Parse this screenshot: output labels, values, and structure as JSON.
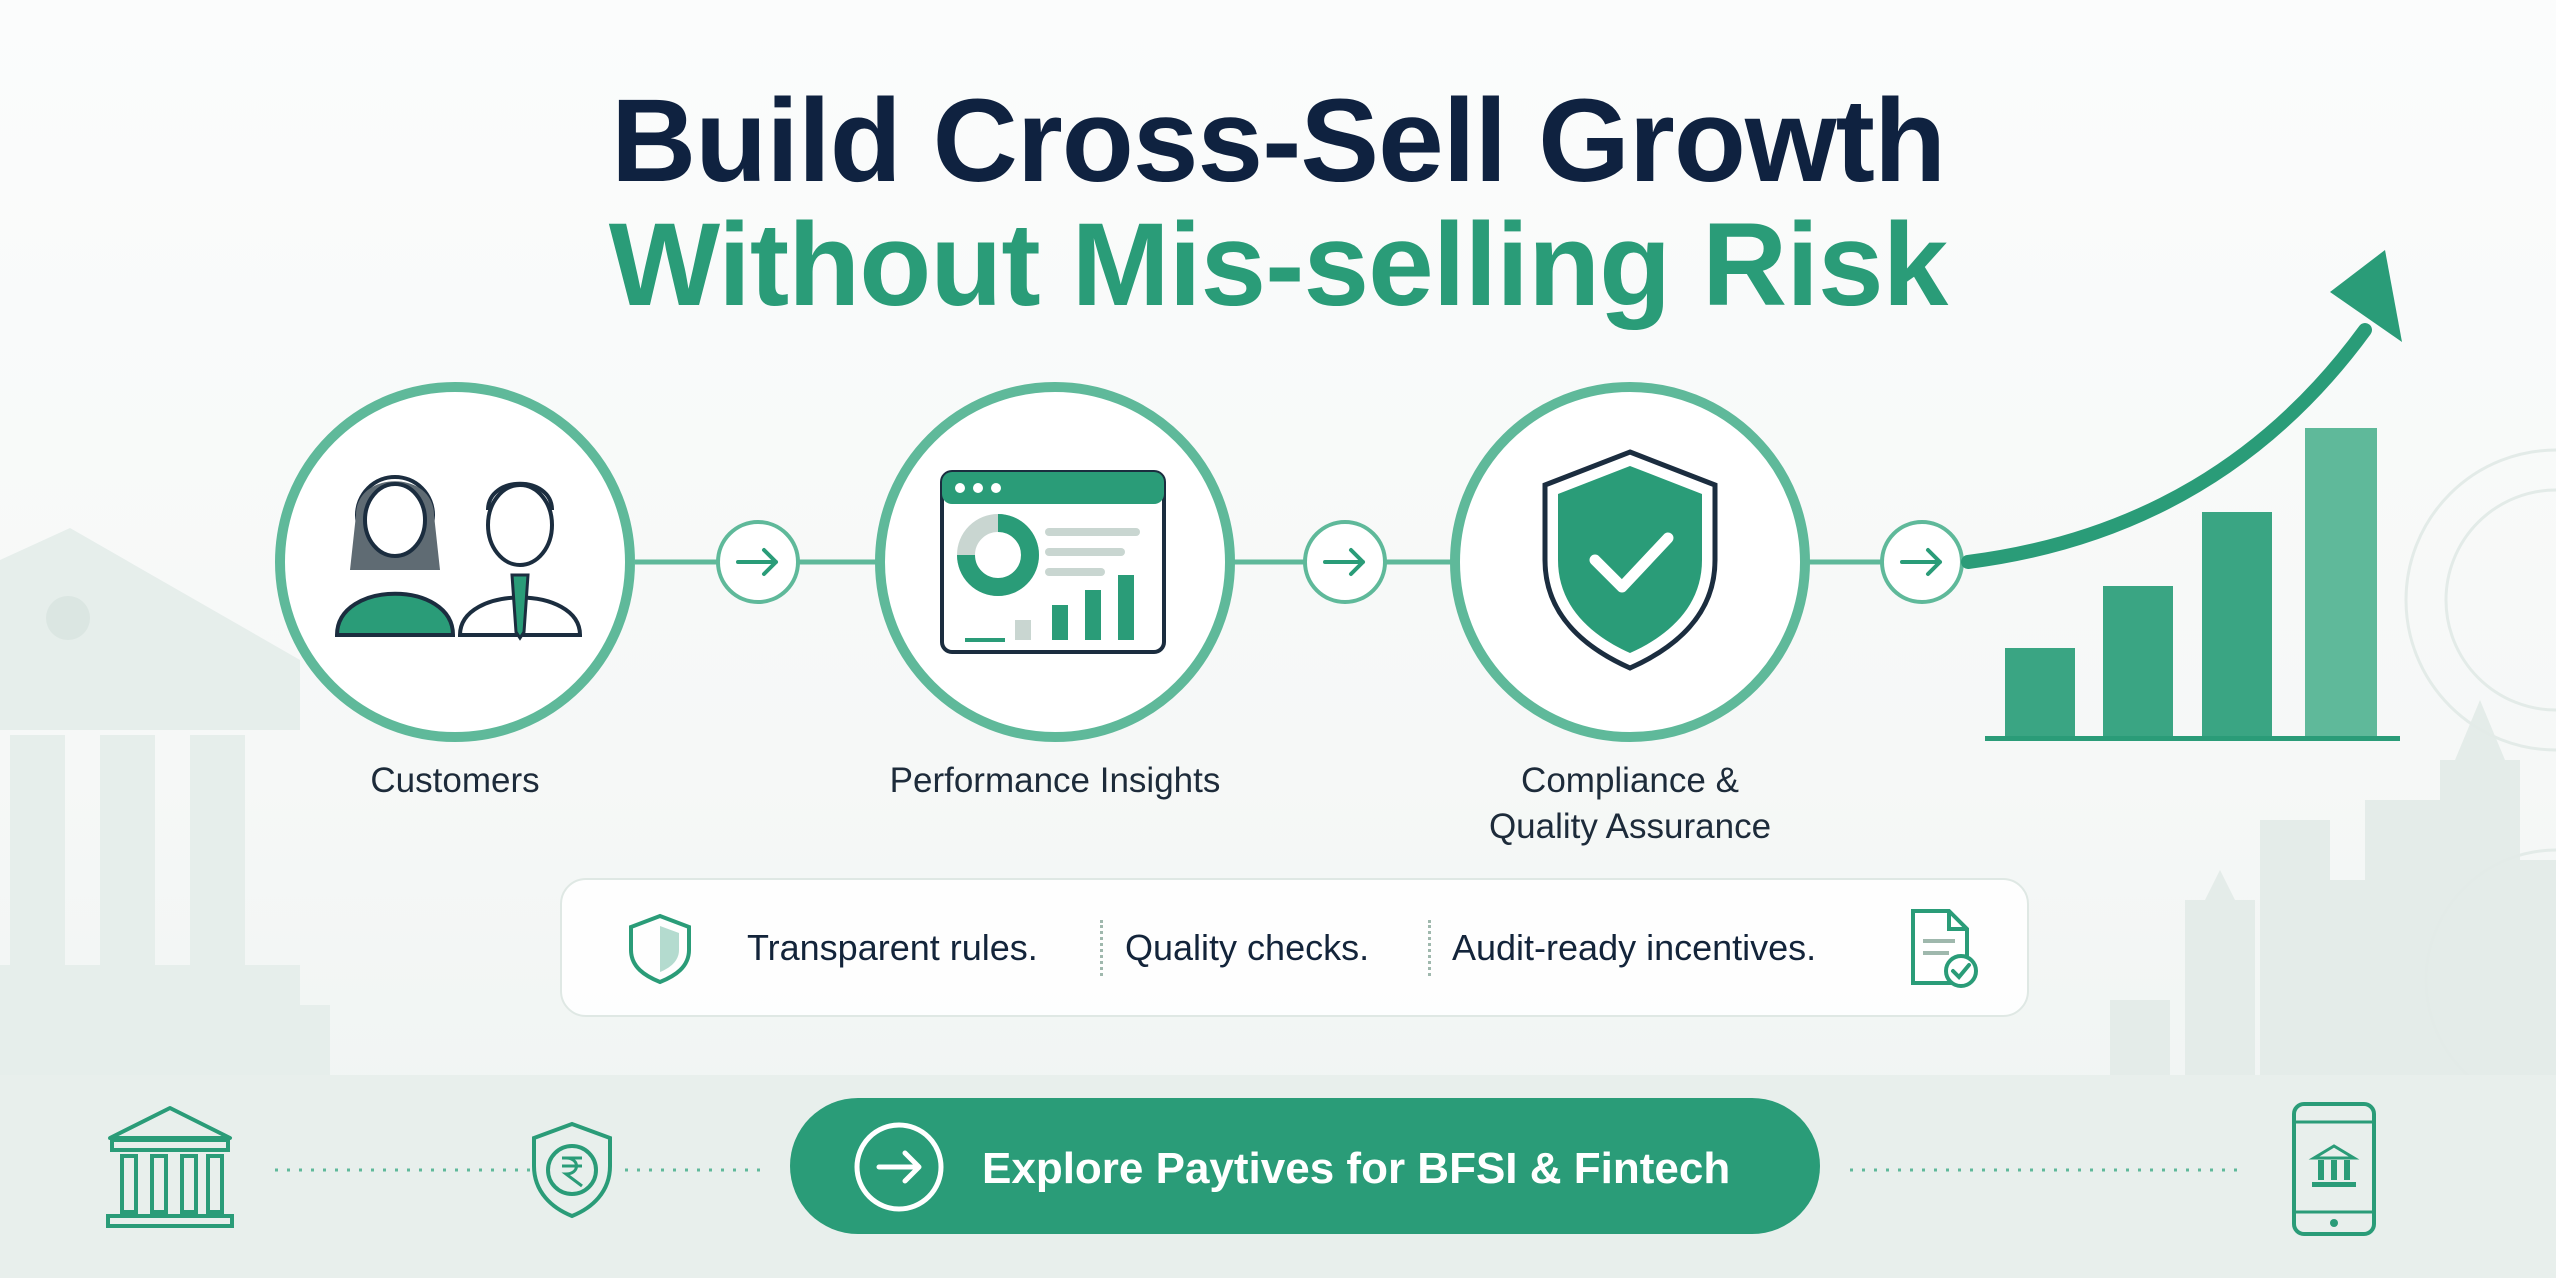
{
  "headline": {
    "line1": "Build Cross-Sell Growth",
    "line2": "Without Mis-selling Risk"
  },
  "steps": [
    {
      "label": "Customers",
      "icon": "customers-icon"
    },
    {
      "label": "Performance Insights",
      "icon": "dashboard-icon"
    },
    {
      "label_line1": "Compliance &",
      "label_line2": "Quality Assurance",
      "icon": "shield-check-icon"
    }
  ],
  "strip": {
    "items": [
      "Transparent rules.",
      "Quality checks.",
      "Audit-ready incentives."
    ],
    "left_icon": "shield-icon",
    "right_icon": "document-check-icon"
  },
  "cta": {
    "label": "Explore Paytives for BFSI & Fintech",
    "icon": "arrow-right-circle-icon"
  },
  "footer_icons": [
    "bank-icon",
    "rupee-shield-icon",
    "mobile-bank-icon"
  ],
  "colors": {
    "navy": "#0f2240",
    "green": "#2a9c78",
    "green_light": "#5fb99a",
    "background": "#f7f9f8"
  }
}
